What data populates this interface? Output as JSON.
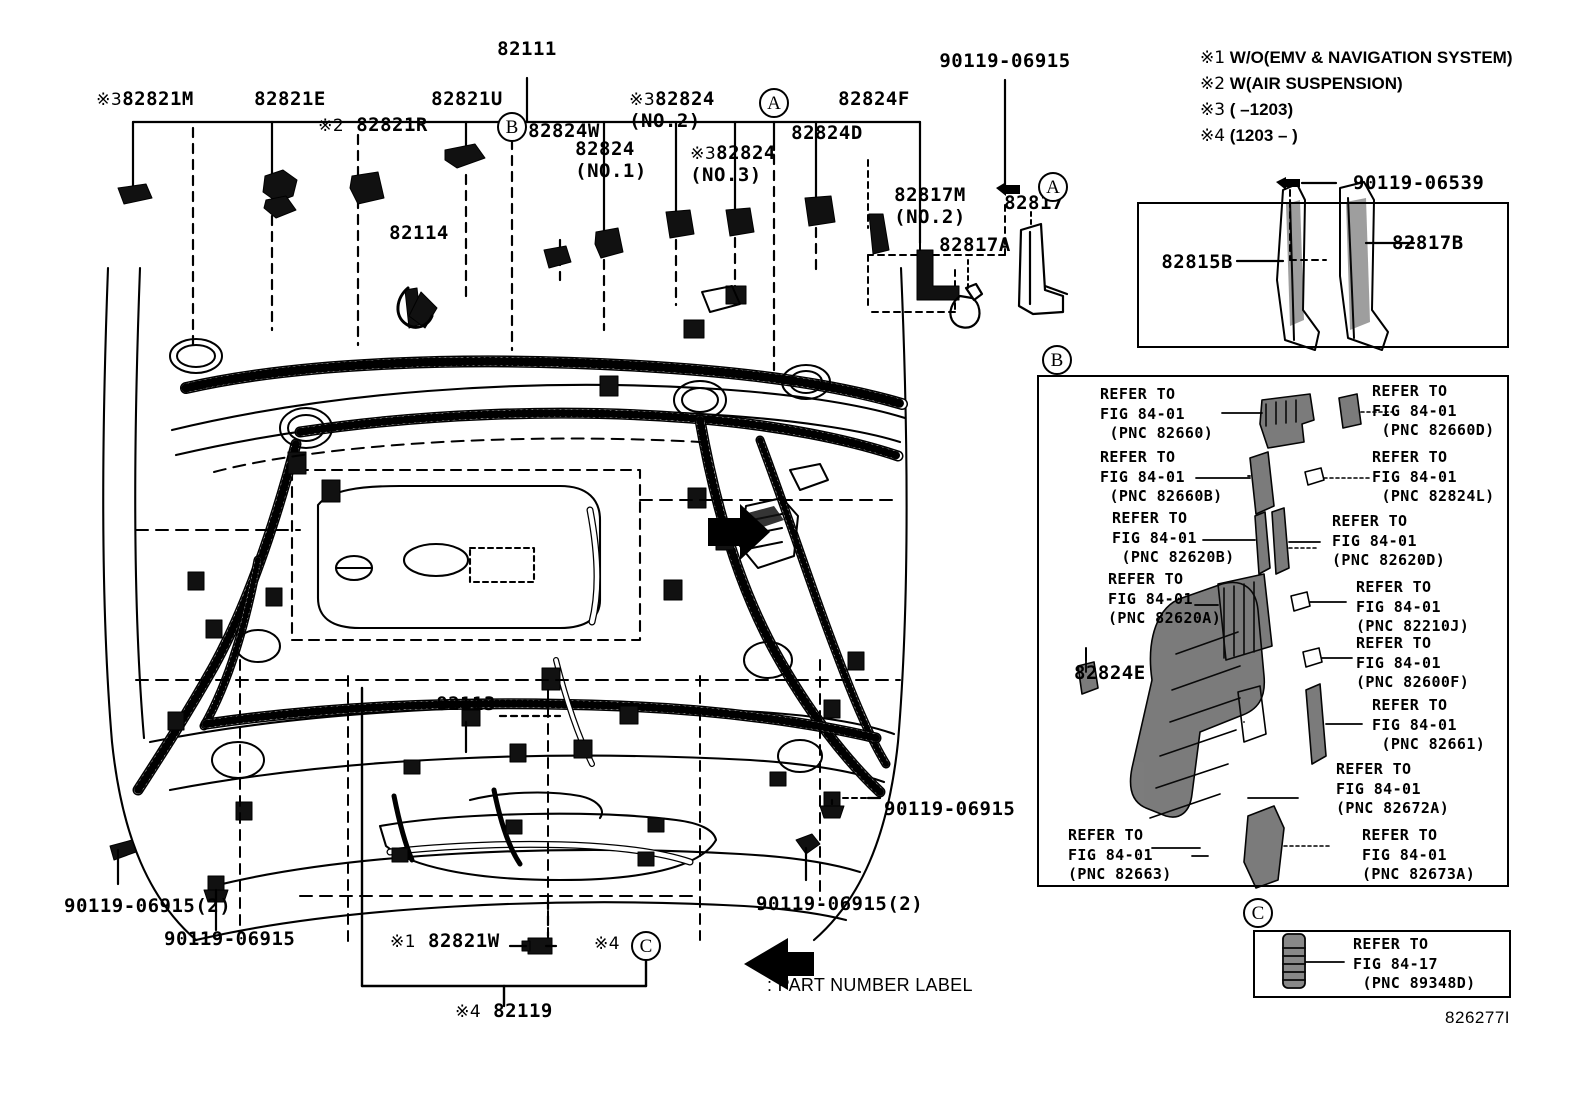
{
  "figure": {
    "code": "826277I",
    "title_parts": [
      "82111",
      "82113",
      "82114",
      "82119"
    ]
  },
  "notes": [
    {
      "mark": "※1",
      "text": "W/O(EMV & NAVIGATION SYSTEM)"
    },
    {
      "mark": "※2",
      "text": "W(AIR SUSPENSION)"
    },
    {
      "mark": "※3",
      "text": "(      –1203)"
    },
    {
      "mark": "※4",
      "text": "(1203 –     )"
    }
  ],
  "legend": {
    "arrow_text": ": PART NUMBER LABEL"
  },
  "main_labels": [
    {
      "id": "l-82111",
      "mark": "",
      "code": "82111",
      "sub": ""
    },
    {
      "id": "l-82821M",
      "mark": "※3",
      "code": "82821M",
      "sub": ""
    },
    {
      "id": "l-82821E",
      "mark": "",
      "code": "82821E",
      "sub": ""
    },
    {
      "id": "l-82821R",
      "mark": "※2",
      "code": "82821R",
      "sub": ""
    },
    {
      "id": "l-82821U",
      "mark": "",
      "code": "82821U",
      "sub": ""
    },
    {
      "id": "l-82824n1",
      "mark": "",
      "code": "82824",
      "sub": "(NO.1)"
    },
    {
      "id": "l-82824n2",
      "mark": "※3",
      "code": "82824",
      "sub": "(NO.2)"
    },
    {
      "id": "l-82824n3",
      "mark": "※3",
      "code": "82824",
      "sub": "(NO.3)"
    },
    {
      "id": "l-82824W",
      "mark": "",
      "code": "82824W",
      "sub": ""
    },
    {
      "id": "l-82824D",
      "mark": "",
      "code": "82824D",
      "sub": ""
    },
    {
      "id": "l-82824F",
      "mark": "",
      "code": "82824F",
      "sub": ""
    },
    {
      "id": "l-82114",
      "mark": "",
      "code": "82114",
      "sub": ""
    },
    {
      "id": "l-82817M",
      "mark": "",
      "code": "82817M",
      "sub": "(NO.2)"
    },
    {
      "id": "l-82817A",
      "mark": "",
      "code": "82817A",
      "sub": ""
    },
    {
      "id": "l-82817",
      "mark": "",
      "code": "82817",
      "sub": ""
    },
    {
      "id": "l-82113",
      "mark": "",
      "code": "82113",
      "sub": ""
    },
    {
      "id": "l-82821W",
      "mark": "※1",
      "code": "82821W",
      "sub": ""
    },
    {
      "id": "l-82119",
      "mark": "※4",
      "code": "82119",
      "sub": ""
    }
  ],
  "bolt_labels": [
    {
      "id": "b-top",
      "code": "90119-06915"
    },
    {
      "id": "b-brc",
      "code": "90119-06915"
    },
    {
      "id": "b-br2",
      "code": "90119-06915(2)"
    },
    {
      "id": "b-bl2",
      "code": "90119-06915(2)"
    },
    {
      "id": "b-bl",
      "code": "90119-06915"
    }
  ],
  "inset_a": {
    "letter": "A",
    "bolt": "90119-06539",
    "left_part": "82815B",
    "right_part": "82817B"
  },
  "inset_b": {
    "letter": "B",
    "standalone_part": "82824E",
    "refs": [
      {
        "id": "r1",
        "line1": "REFER TO",
        "line2": "FIG 84-01",
        "line3": "(PNC 82660)",
        "align": "left"
      },
      {
        "id": "r2",
        "line1": "REFER TO",
        "line2": "FIG 84-01",
        "line3": "(PNC 82660D)",
        "align": "right"
      },
      {
        "id": "r3",
        "line1": "REFER TO",
        "line2": "FIG 84-01",
        "line3": "(PNC 82660B)",
        "align": "left"
      },
      {
        "id": "r4",
        "line1": "REFER TO",
        "line2": "FIG 84-01",
        "line3": "(PNC 82824L)",
        "align": "right"
      },
      {
        "id": "r5",
        "line1": "REFER TO",
        "line2": "FIG 84-01",
        "line3": "(PNC 82620B)",
        "align": "left"
      },
      {
        "id": "r6",
        "line1": "REFER TO",
        "line2": "FIG 84-01",
        "line3": "(PNC 82620D)",
        "align": "left"
      },
      {
        "id": "r7",
        "line1": "REFER TO",
        "line2": "FIG 84-01",
        "line3": "(PNC 82620A)",
        "align": "left"
      },
      {
        "id": "r8",
        "line1": "REFER TO",
        "line2": "FIG 84-01",
        "line3": "(PNC 82210J)",
        "align": "right"
      },
      {
        "id": "r9",
        "line1": "REFER TO",
        "line2": "FIG 84-01",
        "line3": "(PNC 82600F)",
        "align": "right"
      },
      {
        "id": "r10",
        "line1": "REFER TO",
        "line2": "FIG 84-01",
        "line3": "(PNC 82661)",
        "align": "right"
      },
      {
        "id": "r11",
        "line1": "REFER TO",
        "line2": "FIG 84-01",
        "line3": "(PNC 82672A)",
        "align": "left"
      },
      {
        "id": "r12",
        "line1": "REFER TO",
        "line2": "FIG 84-01",
        "line3": "(PNC 82663)",
        "align": "left"
      },
      {
        "id": "r13",
        "line1": "REFER TO",
        "line2": "FIG 84-01",
        "line3": "(PNC 82673A)",
        "align": "left"
      }
    ]
  },
  "inset_c": {
    "letter": "C",
    "ref": {
      "line1": "REFER TO",
      "line2": "FIG 84-17",
      "line3": "(PNC 89348D)"
    }
  },
  "callout_circles": [
    {
      "id": "cc-b-top",
      "letter": "B"
    },
    {
      "id": "cc-a-top",
      "letter": "A"
    },
    {
      "id": "cc-a-ins",
      "letter": "A"
    },
    {
      "id": "cc-b-ins",
      "letter": "B"
    },
    {
      "id": "cc-c-ins",
      "letter": "C"
    },
    {
      "id": "cc-c-bot",
      "letter": "C"
    }
  ],
  "colors": {
    "ink": "#000000",
    "paper": "#ffffff"
  }
}
